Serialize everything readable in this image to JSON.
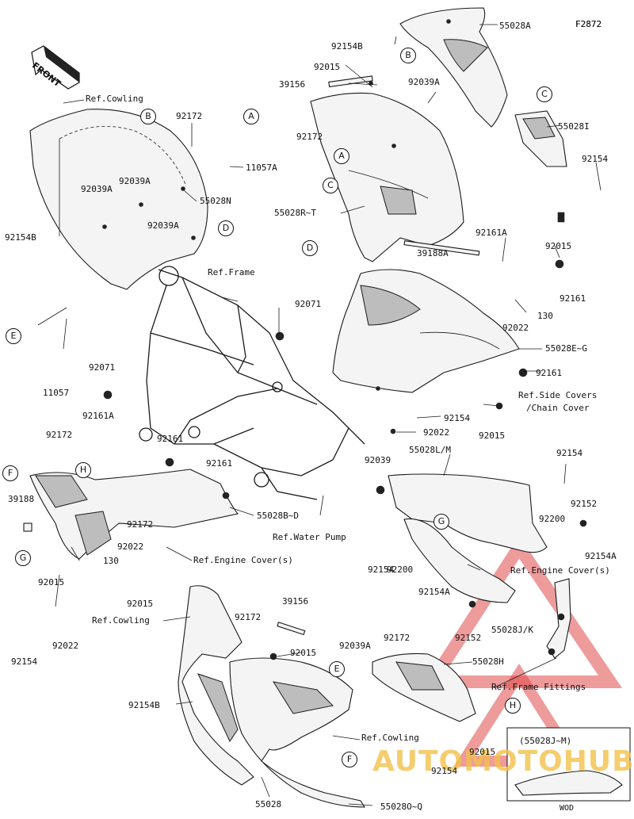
{
  "diagram_code": "F2872",
  "front_label": "FRONT",
  "inset_label": "(55028J~M)",
  "inset_caption": "WOD",
  "watermark": "AUTOMOTOHUB",
  "colors": {
    "line": "#1a1a1a",
    "watermark_red": "#e04848",
    "watermark_yellow": "#f3c14a"
  },
  "labels": [
    "55028A",
    "F2872",
    "92154B",
    "92015",
    "39156",
    "92039A",
    "Ref.Cowling",
    "92172",
    "11057A",
    "55028I",
    "92154",
    "92039A",
    "92039A",
    "55028N",
    "55028R~T",
    "92015",
    "92154B",
    "92039A",
    "92161A",
    "39188A",
    "Ref.Frame",
    "92172",
    "130",
    "92161",
    "92071",
    "92022",
    "55028E~G",
    "11057",
    "92071",
    "92161",
    "Ref.Side Covers",
    "/Chain Cover",
    "92161A",
    "92154",
    "92022",
    "92015",
    "92172",
    "92039",
    "55028L/M",
    "92154",
    "92161",
    "39188",
    "92161",
    "55028B~D",
    "92200",
    "92152",
    "92022",
    "130",
    "Ref.Water Pump",
    "92154A",
    "92015",
    "Ref.Engine Cover(s)",
    "92154",
    "92200",
    "Ref.Engine Cover(s)",
    "92015",
    "92154A",
    "Ref.Cowling",
    "92172",
    "39156",
    "92152",
    "55028J/K",
    "92022",
    "92172",
    "92015",
    "92039A",
    "55028H",
    "92154",
    "Ref.Frame Fittings",
    "92154B",
    "Ref.Cowling",
    "92015",
    "92154",
    "55028",
    "55028O~Q",
    "92172"
  ],
  "callouts": [
    "A",
    "B",
    "C",
    "D",
    "E",
    "F",
    "G",
    "H",
    "A",
    "B",
    "C",
    "D",
    "E",
    "F",
    "G",
    "H"
  ]
}
